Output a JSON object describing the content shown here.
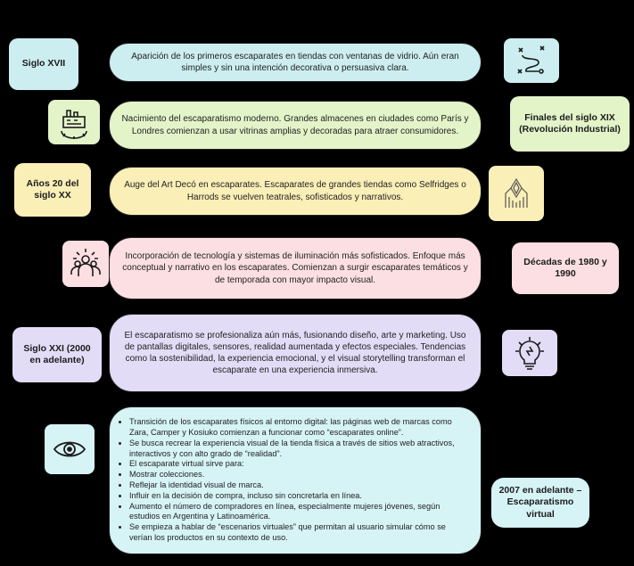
{
  "rows": [
    {
      "label": "Siglo XVII",
      "text": "Aparición de los primeros escaparates en tiendas con ventanas de vidrio. Aún eran simples y sin una intención decorativa o persuasiva clara.",
      "icon": "route-map-icon"
    },
    {
      "label": "Finales del siglo XIX (Revolución Industrial)",
      "text": "Nacimiento del escaparatismo moderno. Grandes almacenes en ciudades como París y Londres comienzan a usar vitrinas amplias y decoradas para atraer consumidores.",
      "icon": "factory-gear-icon"
    },
    {
      "label": "Años 20 del siglo XX",
      "text": "Auge del Art Decó en escaparates. Escaparates de grandes tiendas como Selfridges o Harrods se vuelven teatrales, sofisticados y narrativos.",
      "icon": "art-deco-ornament-icon"
    },
    {
      "label": "Décadas de 1980 y 1990",
      "text": "Incorporación de tecnología y sistemas de iluminación más sofisticados. Enfoque más conceptual y narrativo en los escaparates. Comienzan a surgir escaparates temáticos y de temporada con mayor impacto visual.",
      "icon": "people-light-icon"
    },
    {
      "label": "Siglo XXI (2000 en adelante)",
      "text": "El escaparatismo se profesionaliza aún más, fusionando diseño, arte y marketing. Uso de pantallas digitales, sensores, realidad aumentada y efectos especiales. Tendencias como la sostenibilidad, la experiencia emocional, y el visual storytelling transforman el escaparate en una experiencia inmersiva.",
      "icon": "lightbulb-idea-icon"
    },
    {
      "label": "2007 en adelante – Escaparatismo virtual",
      "icon": "eye-icon",
      "bullets": [
        "Transición de los escaparates físicos al entorno digital: las páginas web de marcas como Zara, Camper y Kosiuko comienzan a funcionar como “escaparates online”.",
        "Se busca recrear la experiencia visual de la tienda física a través de sitios web atractivos, interactivos y con alto grado de “realidad”.",
        "El escaparate virtual sirve para:",
        "Mostrar colecciones.",
        "Reflejar la identidad visual de marca.",
        "Influir en la decisión de compra, incluso sin concretarla en línea.",
        "Aumento el número de compradores en línea, especialmente mujeres jóvenes, según estudios en Argentina y Latinoamérica.",
        "Se empieza a hablar de “escenarios virtuales” que permitan al usuario simular cómo se verían los productos en su contexto de uso."
      ]
    }
  ],
  "colors": {
    "row1": "#cdeef0",
    "row2": "#e3f4c9",
    "row3": "#fbefb8",
    "row4": "#fcdfe2",
    "row5": "#e3dcf7",
    "row6": "#d6f3f6"
  }
}
